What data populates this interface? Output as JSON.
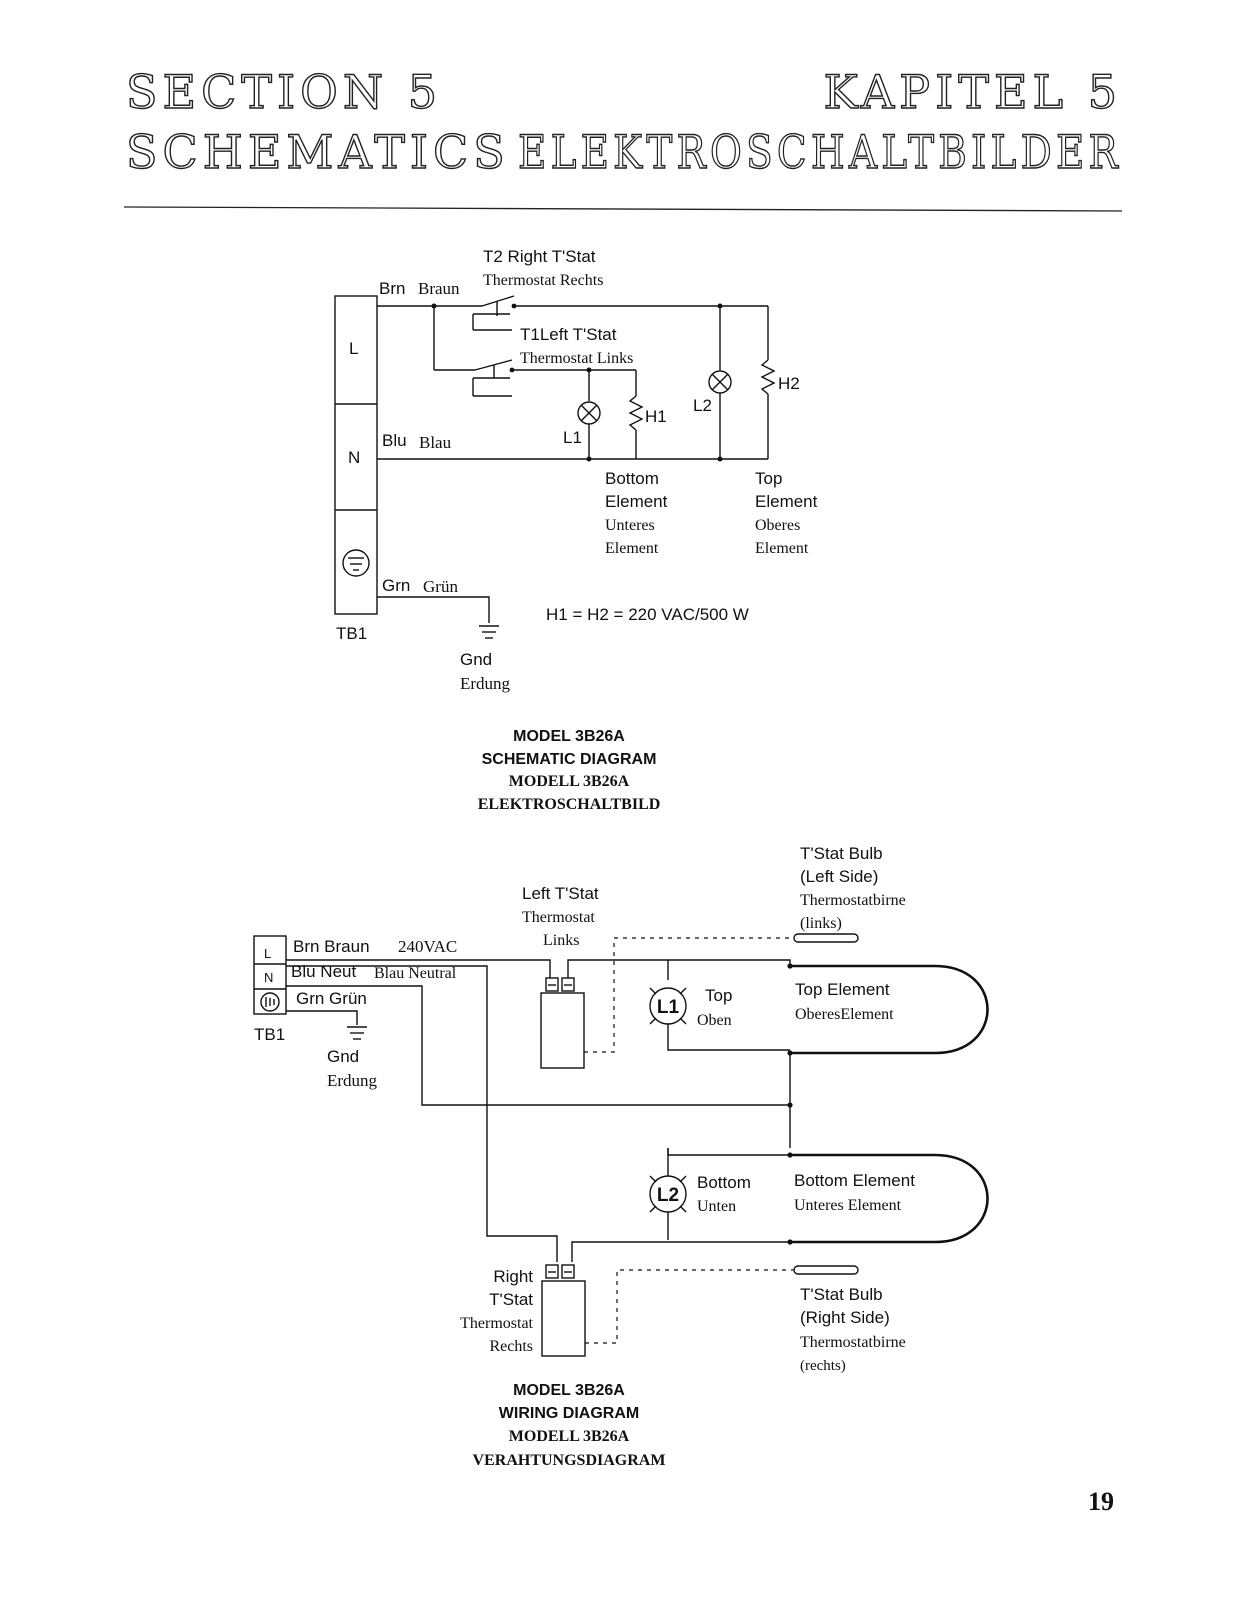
{
  "header": {
    "section_en": "SECTION 5",
    "title_en": "SCHEMATICS",
    "section_de": "KAPITEL 5",
    "title_de": "ELEKTROSCHALTBILDER"
  },
  "schematic": {
    "brn_label": "Brn",
    "brn_de": "Braun",
    "blu_label": "Blu",
    "blu_de": "Blau",
    "grn_label": "Grn",
    "grn_de": "Grün",
    "tb_l": "L",
    "tb_n": "N",
    "tb_name": "TB1",
    "t2_label": "T2 Right T'Stat",
    "t2_de": "Thermostat Rechts",
    "t1_label": "T1Left T'Stat",
    "t1_de": "Thermostat Links",
    "l1": "L1",
    "h1": "H1",
    "l2": "L2",
    "h2": "H2",
    "bottom_1": "Bottom",
    "bottom_2": "Element",
    "bottom_de_1": "Unteres",
    "bottom_de_2": "Element",
    "top_1": "Top",
    "top_2": "Element",
    "top_de_1": "Oberes",
    "top_de_2": "Element",
    "gnd": "Gnd",
    "gnd_de": "Erdung",
    "spec": "H1 = H2  = 220 VAC/500 W",
    "caption_1": "MODEL 3B26A",
    "caption_2": "SCHEMATIC DIAGRAM",
    "caption_3": "MODELL 3B26A",
    "caption_4": "ELEKTROSCHALTBILD"
  },
  "wiring": {
    "tb_l": "L",
    "tb_n": "N",
    "tb_name": "TB1",
    "brn_label": "Brn  Braun",
    "voltage": "240VAC",
    "blu_label": "Blu Neut",
    "blu_de": "Blau Neutral",
    "grn_label": "Grn  Grün",
    "gnd": "Gnd",
    "gnd_de": "Erdung",
    "left_tstat_1": "Left T'Stat",
    "left_tstat_de_1": "Thermostat",
    "left_tstat_de_2": "Links",
    "bulb_left_1": "T'Stat Bulb",
    "bulb_left_2": "(Left Side)",
    "bulb_left_de_1": "Thermostatbirne",
    "bulb_left_de_2": "(links)",
    "l1": "L1",
    "l1_en": "Top",
    "l1_de": "Oben",
    "top_element": "Top Element",
    "top_element_de": "OberesElement",
    "l2": "L2",
    "l2_en": "Bottom",
    "l2_de": "Unten",
    "bottom_element": "Bottom Element",
    "bottom_element_de": "Unteres Element",
    "right_tstat_1": "Right",
    "right_tstat_2": "T'Stat",
    "right_tstat_de_1": "Thermostat",
    "right_tstat_de_2": "Rechts",
    "bulb_right_1": "T'Stat Bulb",
    "bulb_right_2": "(Right Side)",
    "bulb_right_de_1": "Thermostatbirne",
    "bulb_right_de_2": "(rechts)",
    "caption_1": "MODEL 3B26A",
    "caption_2": "WIRING DIAGRAM",
    "caption_3": "MODELL 3B26A",
    "caption_4": "VERAHTUNGSDIAGRAM"
  },
  "page_number": "19"
}
